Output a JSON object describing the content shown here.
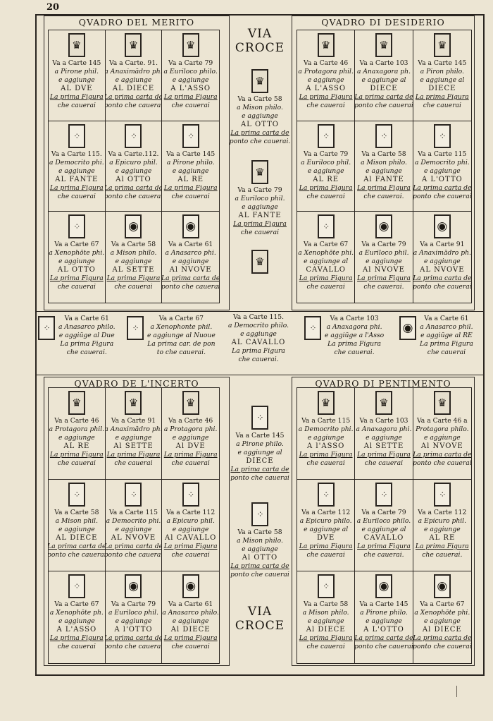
{
  "page_number": "20",
  "via_croce": [
    "VIA",
    "CROCE"
  ],
  "sections": [
    {
      "title": "QVADRO DEL MERITO",
      "cells": [
        {
          "card": "figura",
          "l1": "Va a Carte 145",
          "l2": "a Pirone phil.",
          "l3": "e aggiunge",
          "l4": "AL DVE",
          "l5": "La prima Figura",
          "l6": "che cauerai"
        },
        {
          "card": "figura",
          "l1": "Va a Carte. 91.",
          "l2": "a Anaximādro ph.",
          "l3": "e aggiunge",
          "l4": "AL DIECE",
          "l5": "La prima carta de",
          "l6": "ponto che cauerai"
        },
        {
          "card": "figura",
          "l1": "Va a Carte 79",
          "l2": "a Euriloco philo.",
          "l3": "e aggiunge",
          "l4": "A L'ASSO",
          "l5": "La prima Figura",
          "l6": "che cauerai"
        },
        {
          "card": "pip",
          "l1": "Va a Carte 115.",
          "l2": "a Democrito phi.",
          "l3": "e aggiunge",
          "l4": "AL FANTE",
          "l5": "La prima Figura",
          "l6": "che cauerai"
        },
        {
          "card": "pip",
          "l1": "Va a Carte.112.",
          "l2": "a Epicuro phil.",
          "l3": "e aggiunge",
          "l4": "Al OTTO",
          "l5": "La prima carta de",
          "l6": "ponto che cauerai"
        },
        {
          "card": "pip",
          "l1": "Va a Carte 145",
          "l2": "a Pirone philo.",
          "l3": "e aggiunge",
          "l4": "AL RE",
          "l5": "La prima Figura",
          "l6": "che cauerai"
        },
        {
          "card": "pip",
          "l1": "Va a Carte 67",
          "l2": "a Xenophōte phi.",
          "l3": "e aggiunge",
          "l4": "AL OTTO",
          "l5": "La prima Figura",
          "l6": "che cauerai"
        },
        {
          "card": "coin",
          "l1": "Va a Carte 58",
          "l2": "a Mison philo.",
          "l3": "e aggiunge",
          "l4": "AL SETTE",
          "l5": "La prima Figura",
          "l6": "che cauerai"
        },
        {
          "card": "coin",
          "l1": "Va a Carte 61",
          "l2": "a Anasarco phi.",
          "l3": "e aggiunge",
          "l4": "Al NVOVE",
          "l5": "La prima carta de",
          "l6": "ponto che cauerai"
        }
      ]
    },
    {
      "title": "QVADRO DI DESIDERIO",
      "cells": [
        {
          "card": "figura",
          "l1": "Va a Carte 46",
          "l2": "a Protagora phil.",
          "l3": "e aggiunge",
          "l4": "A L'ASSO",
          "l5": "La prima Figura",
          "l6": "che cauerai"
        },
        {
          "card": "figura",
          "l1": "Va a Carte 103",
          "l2": "a Anaxagora ph.",
          "l3": "e aggiunge al",
          "l4": "DIECE",
          "l5": "La prima carta de",
          "l6": "ponto che cauerai"
        },
        {
          "card": "figura",
          "l1": "Va a Carte 145",
          "l2": "a Piron philo.",
          "l3": "e aggiunge al",
          "l4": "DIECE",
          "l5": "La prima Figura",
          "l6": "che cauerai"
        },
        {
          "card": "pip",
          "l1": "Va a Carte 79",
          "l2": "a Euriloco phil.",
          "l3": "e aggiunge",
          "l4": "AL RE",
          "l5": "La prima Figura",
          "l6": "che cauerai"
        },
        {
          "card": "pip",
          "l1": "Va a Carte 58",
          "l2": "a Mison philo.",
          "l3": "e aggiunge",
          "l4": "Al FANTE",
          "l5": "La prima Figura",
          "l6": "che cauerai."
        },
        {
          "card": "pip",
          "l1": "Va a Carte 115",
          "l2": "a Democrito phi.",
          "l3": "e aggiunge",
          "l4": "A L'OTTO",
          "l5": "La prima carta de",
          "l6": "ponto che cauerai"
        },
        {
          "card": "pip",
          "l1": "Va a Carte 67",
          "l2": "a Xenophōte phi.",
          "l3": "e aggiunge al",
          "l4": "CAVALLO",
          "l5": "La prima Figura",
          "l6": "che cauerai"
        },
        {
          "card": "coin",
          "l1": "Va a Carte 79",
          "l2": "a Euriloco phil.",
          "l3": "e aggiunge",
          "l4": "Al NVOVE",
          "l5": "La prima Figura",
          "l6": "che cauerai."
        },
        {
          "card": "coin",
          "l1": "Va a Carte 91",
          "l2": "a Anaximādro ph.",
          "l3": "e aggiunge",
          "l4": "AL NVOVE",
          "l5": "La prima carta de",
          "l6": "ponto che cauerai"
        }
      ]
    },
    {
      "title": "QVADRO DE L'INCERTO",
      "cells": [
        {
          "card": "figura",
          "l1": "Va a Carte 46",
          "l2": "a Protagora phil.",
          "l3": "e aggiunge",
          "l4": "AL RE",
          "l5": "La prima Figura",
          "l6": "che cauerai"
        },
        {
          "card": "figura",
          "l1": "Va a Carte 91",
          "l2": "a Anaximādro ph.",
          "l3": "e aggiunge",
          "l4": "Al SETTE",
          "l5": "La prima Figura",
          "l6": "che cauerai"
        },
        {
          "card": "figura",
          "l1": "Va a Carte 46",
          "l2": "a Protagora phi.",
          "l3": "e aggiunge",
          "l4": "Al DVE",
          "l5": "La prima Figura",
          "l6": "che cauerai"
        },
        {
          "card": "pip",
          "l1": "Va a Carte 58",
          "l2": "a Mison phil.",
          "l3": "e aggiunge",
          "l4": "AL DIECE",
          "l5": "La prima carta de",
          "l6": "ponto che cauerai"
        },
        {
          "card": "pip",
          "l1": "Va a Carte 115",
          "l2": "a Democrito phi.",
          "l3": "e aggiunge",
          "l4": "AL NVOVE",
          "l5": "La prima carta de",
          "l6": "ponto che cauerai"
        },
        {
          "card": "pip",
          "l1": "Va a Carte 112",
          "l2": "a Epicuro phil.",
          "l3": "e aggiunge",
          "l4": "Al CAVALLO",
          "l5": "La prima Figura",
          "l6": "che cauerai"
        },
        {
          "card": "pip",
          "l1": "Va a Carte 67",
          "l2": "a Xenophōte ph.",
          "l3": "e aggiunge",
          "l4": "A L'ASSO",
          "l5": "La prima Figura",
          "l6": "che cauerai"
        },
        {
          "card": "coin",
          "l1": "Va a Carte 79",
          "l2": "a Euriloco phil.",
          "l3": "e aggiunge",
          "l4": "A l'OTTO",
          "l5": "La prima carta de",
          "l6": "ponto che cauerai"
        },
        {
          "card": "coin",
          "l1": "Va a Carte 61",
          "l2": "a Anasarco philo.",
          "l3": "e aggiunge",
          "l4": "Al DIECE",
          "l5": "La prima Figura",
          "l6": "che cauerai"
        }
      ]
    },
    {
      "title": "QVADRO DI PENTIMENTO",
      "cells": [
        {
          "card": "figura",
          "l1": "Va a Carte 115",
          "l2": "a Democrito phi.",
          "l3": "e aggiunge",
          "l4": "A l'ASSO",
          "l5": "La prima Figura",
          "l6": "che cauerai"
        },
        {
          "card": "figura",
          "l1": "Va a Carte 103",
          "l2": "a Anaxagora phi.",
          "l3": "e aggiunge",
          "l4": "Al SETTE",
          "l5": "La prima Figura",
          "l6": "che cauerai"
        },
        {
          "card": "figura",
          "l1": "Va a Carte 46 a",
          "l2": "Protagora philo.",
          "l3": "e aggiunge",
          "l4": "Al NVOVE",
          "l5": "La prima carta de",
          "l6": "ponto che cauerai"
        },
        {
          "card": "pip",
          "l1": "Va a Carte 112",
          "l2": "a Epicuro philo.",
          "l3": "e aggiunge al",
          "l4": "DVE",
          "l5": "La prima Figura",
          "l6": "che cauerai"
        },
        {
          "card": "pip",
          "l1": "Va a Carte 79",
          "l2": "a Euriloco philo.",
          "l3": "e aggiunge al",
          "l4": "CAVALLO",
          "l5": "La prima Figura",
          "l6": "che cauerai."
        },
        {
          "card": "pip",
          "l1": "Va a Carte 112",
          "l2": "a Epicuro phil.",
          "l3": "e aggiunge",
          "l4": "AL RE",
          "l5": "La prima Figura",
          "l6": "che cauerai."
        },
        {
          "card": "pip",
          "l1": "Va a Carte 58",
          "l2": "a Mison philo.",
          "l3": "e aggiunge",
          "l4": "Al DIECE",
          "l5": "La prima Figura",
          "l6": "che cauerai"
        },
        {
          "card": "coin",
          "l1": "Va a Carte 145",
          "l2": "a Pirone philo.",
          "l3": "e aggiunge",
          "l4": "A L'OTTO",
          "l5": "La prima carta de",
          "l6": "ponto che cauerai"
        },
        {
          "card": "coin",
          "l1": "Va a Carte 67",
          "l2": "a Xenophōte phi.",
          "l3": "e aggiunge",
          "l4": "Al DIECE",
          "l5": "La prima carta de",
          "l6": "ponto che cauerai"
        }
      ]
    }
  ],
  "center_upper": [
    {
      "card": "figura",
      "l1": "Va a Carte 58",
      "l2": "a Mison philo.",
      "l3": "e aggiunge",
      "l4": "AL OTTO",
      "l5": "La prima carta de",
      "l6": "ponto che cauerai."
    },
    {
      "card": "figura",
      "l1": "Va a Carte 79",
      "l2": "a Euriloco phil.",
      "l3": "e aggiunge",
      "l4": "AL FANTE",
      "l5": "La prima Figura",
      "l6": "che cauerai"
    }
  ],
  "center_lower": [
    {
      "card": "pip",
      "l1": "Va a Carte 145",
      "l2": "a Pirone philo.",
      "l3": "e aggiunge al",
      "l4": "DIECE",
      "l5": "La prima carta de",
      "l6": "ponto che cauerai"
    },
    {
      "card": "pip",
      "l1": "Va a Carte 58",
      "l2": "a Mison philo.",
      "l3": "e aggiunge",
      "l4": "Al OTTO",
      "l5": "La prima carta de",
      "l6": "ponto che cauerai"
    }
  ],
  "strip": [
    {
      "card": "pip",
      "lines": [
        "Va a Carte 61",
        "a Anasarco philo.",
        "e aggiūge al Due",
        "La prima Figura",
        "che cauerai."
      ]
    },
    {
      "card": "pip",
      "lines": [
        "Va a Carte 67",
        "a Xenophonte phil.",
        "e aggiunge al Nuoue",
        "La prima car. de pon",
        "to che cauerai."
      ]
    },
    {
      "card": "figura",
      "lines": [
        "Va a Carte 115.",
        "a Democrito philo.",
        "e aggiunge",
        "AL CAVALLO",
        "La prima Figura",
        "che cauerai."
      ]
    },
    {
      "card": "pip",
      "lines": [
        "Va a Carte 103",
        "a Anaxagora phi.",
        "e aggiūge a l'Asso",
        "La prima Figura",
        "che cauerai."
      ]
    },
    {
      "card": "coin",
      "lines": [
        "Va a Carte 61",
        "a Anasarco phil.",
        "e aggiūge al RE",
        "La prima Figura",
        "che cauerai"
      ]
    }
  ],
  "icons": {
    "figura": "figure-card-icon",
    "pip": "pip-card-icon",
    "coin": "coin-card-icon"
  }
}
